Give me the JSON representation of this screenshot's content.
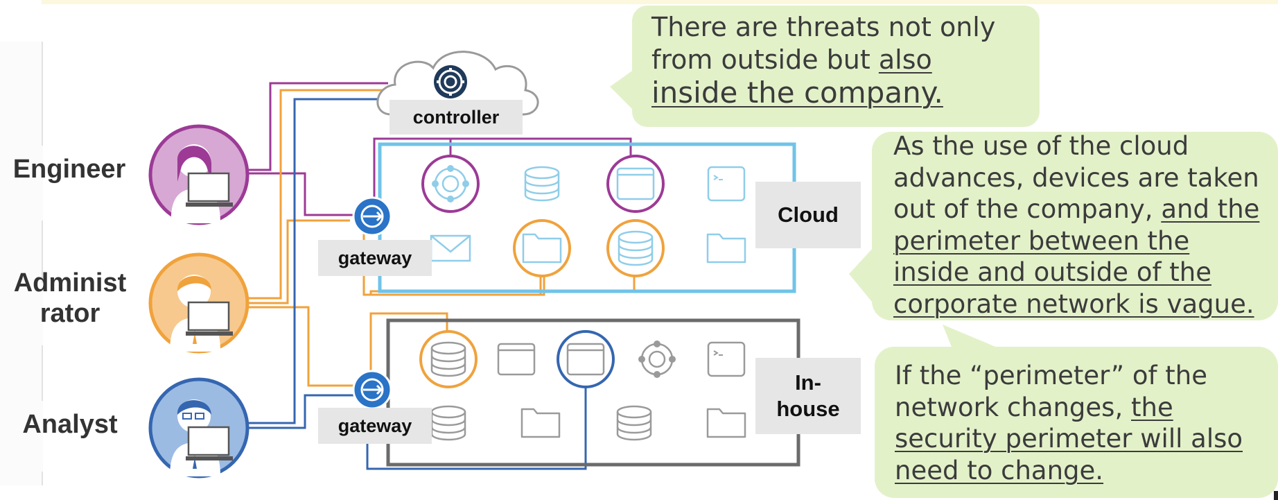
{
  "roles": {
    "engineer": "Engineer",
    "administrator_line1": "Administ",
    "administrator_line2": "rator",
    "analyst": "Analyst"
  },
  "tags": {
    "controller": "controller",
    "gateway_cloud": "gateway",
    "gateway_inhouse": "gateway",
    "cloud": "Cloud",
    "inhouse_line1": "In-",
    "inhouse_line2": "house"
  },
  "bubbles": {
    "top": {
      "line1": "There are threats not only",
      "line2_plain": "from outside but ",
      "line2_underlined": "also",
      "line3_underlined": "inside the company."
    },
    "middle": {
      "line1": "As the use of the cloud",
      "line2": "advances, devices are taken",
      "line3_plain": "out of the company, ",
      "line3_underlined": "and the",
      "line4_underlined": "perimeter between the",
      "line5_underlined": "inside and outside of the",
      "line6_underlined": "corporate network is vague."
    },
    "bottom": {
      "line1": "If the “perimeter” of the",
      "line2_plain": "network changes, ",
      "line2_underlined": "the",
      "line3_underlined": "security perimeter will also",
      "line4_underlined": "need to change."
    }
  },
  "colors": {
    "engineer": "#9c3a96",
    "administrator": "#f0a23c",
    "analyst": "#3566b0",
    "cloud_border": "#6fc3e8",
    "inhouse_border": "#6b6b6b",
    "bubble_fill": "#e3f1c9",
    "gateway": "#2a73c7"
  },
  "icons": {
    "controller": "gear-icon",
    "gateway": "sync-icon",
    "cloud_row1": [
      "gear-node-icon",
      "database-icon",
      "browser-window-icon",
      "terminal-icon"
    ],
    "cloud_row2": [
      "mail-icon",
      "folder-icon",
      "database-icon",
      "folder-icon"
    ],
    "inhouse_row1": [
      "database-icon",
      "browser-window-icon",
      "browser-window-icon",
      "gear-node-icon",
      "terminal-icon"
    ],
    "inhouse_row2": [
      "database-icon",
      "folder-icon",
      "database-icon",
      "folder-icon"
    ]
  }
}
